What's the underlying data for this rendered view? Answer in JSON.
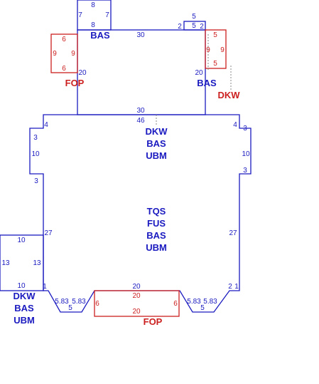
{
  "colors": {
    "structure": "#1a1ac0",
    "extra": "#cc2020",
    "guide": "#888888"
  },
  "top_box": {
    "left": "7",
    "right": "7",
    "top": "8",
    "bottom": "8",
    "label": "BAS"
  },
  "main_top": {
    "top": "30",
    "bottom": "30",
    "left": "20",
    "right": "20"
  },
  "small_box": {
    "top": "5",
    "left": "2",
    "middle": "5",
    "right": "2"
  },
  "fop_left": {
    "top": "6",
    "bottom": "6",
    "left": "9",
    "right": "9",
    "label": "FOP"
  },
  "dkw_right": {
    "top": "5",
    "bottom": "5",
    "left": "9",
    "right": "9",
    "label": "DKW"
  },
  "right_label": "BAS",
  "seam_value": "46",
  "seam_labels": [
    "DKW",
    "BAS",
    "UBM"
  ],
  "body": {
    "left_corner": "4",
    "right_corner": "4",
    "left_step": "3",
    "right_step": "3",
    "left_notch": "10",
    "right_notch": "10",
    "left_step2": "3",
    "right_step2": "3",
    "left_side": "27",
    "right_side": "27",
    "bottom_mid": "20",
    "left_end": "1",
    "right_end_a": "2",
    "right_end_b": "1",
    "labels": [
      "TQS",
      "FUS",
      "BAS",
      "UBM"
    ]
  },
  "chamfer_left": {
    "a": "5.83",
    "b": "5.83",
    "bottom": "5"
  },
  "chamfer_right": {
    "a": "5.83",
    "b": "5.83",
    "bottom": "5"
  },
  "side_box": {
    "top": "10",
    "bottom": "10",
    "left": "13",
    "right": "13",
    "labels": [
      "DKW",
      "BAS",
      "UBM"
    ]
  },
  "fop_bottom": {
    "top": "20",
    "bottom": "20",
    "left": "6",
    "right": "6",
    "label": "FOP"
  }
}
